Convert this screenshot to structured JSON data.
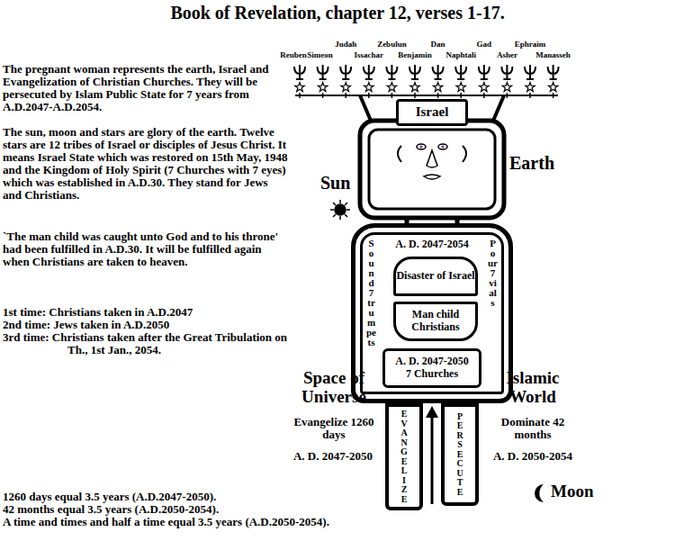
{
  "diagram": {
    "title": "Book of Revelation, chapter 12, verses 1-17.",
    "nodes": [
      {
        "text": [
          "Israel"
        ]
      },
      {
        "text": [
          "A. D. 2047-2054",
          "Sound 7 trumpets",
          "Pour 7 vials"
        ]
      },
      {
        "text": [
          "Disaster of Israel"
        ],
        "in": 1
      },
      {
        "text": [
          "Man child Christians"
        ],
        "in": 1
      },
      {
        "text": [
          "A. D. 2047-2050",
          "7 Churches"
        ],
        "in": 1
      },
      {
        "text": [
          "EVANGELIZE"
        ]
      },
      {
        "text": [
          "PERSECUTE"
        ]
      }
    ],
    "labels": [
      "The pregnant woman represents the earth, Israel and Evangelization of Christian Churches. They will be persecuted by Islam Public State for 7 years from A.D.2047-A.D.2054.",
      "The sun, moon and stars are glory of the earth. Twelve stars are 12 tribes of Israel or disciples of Jesus Christ. It means Israel State which was restored on 15th May, 1948 and the Kingdom of Holy Spirit (7 Churches with 7 eyes) which was established in A.D.30. They stand for Jews and Christians.",
      "`The man child was caught unto God and to his throne' had been fulfilled in A.D.30. It will be fulfilled again when Christians are taken to heaven.",
      "1st time: Christians taken in A.D.2047",
      "2nd time: Jews taken in A.D.2050",
      "3rd time: Christians taken after the Great Tribulation on Th., 1st Jan., 2054.",
      "1260 days equal 3.5 years (A.D.2047-2050).",
      "42 months equal 3.5 years (A.D.2050-2054).",
      "A time and times and half a time equal 3.5 years (A.D.2050-2054).",
      "Reuben",
      "Simeon",
      "Judah",
      "Issachar",
      "Zebulun",
      "Benjamin",
      "Dan",
      "Naphtali",
      "Gad",
      "Asher",
      "Ephraim",
      "Manasseh",
      "Sun",
      "Earth",
      "Space of Universe",
      "Evangelize 1260 days",
      "A. D. 2047-2050",
      "Islamic World",
      "Dominate 42 months",
      "A. D. 2050-2054",
      "Moon"
    ]
  }
}
